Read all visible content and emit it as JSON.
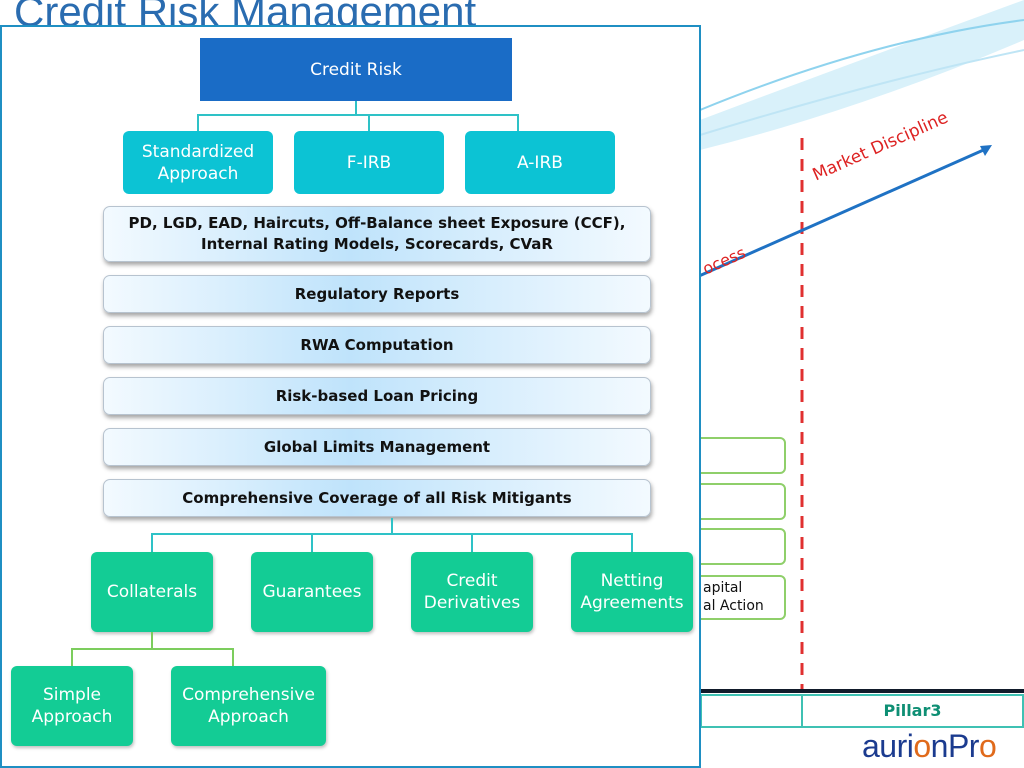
{
  "background": {
    "slide_title": "Credit Risk Management",
    "market_discipline": "Market Discipline",
    "process_fragment": "ocess",
    "capital_fragment": "apital",
    "action_fragment": "al Action",
    "pillar3": "Pillar3",
    "logo": {
      "part1": "auri",
      "part2": "o",
      "part3": "nPr",
      "part4": "o"
    }
  },
  "diagram": {
    "root": "Credit Risk",
    "approaches": [
      "Standardized Approach",
      "F-IRB",
      "A-IRB"
    ],
    "bars": [
      "PD, LGD, EAD, Haircuts, Off-Balance sheet Exposure (CCF), Internal Rating Models, Scorecards, CVaR",
      "Regulatory Reports",
      "RWA Computation",
      "Risk-based Loan Pricing",
      "Global Limits Management",
      "Comprehensive Coverage of all Risk Mitigants"
    ],
    "mitigants": [
      "Collaterals",
      "Guarantees",
      "Credit Derivatives",
      "Netting Agreements"
    ],
    "collateral_approaches": [
      "Simple Approach",
      "Comprehensive Approach"
    ]
  },
  "colors": {
    "primary": "#1a6cc6",
    "teal": "#0cc3d4",
    "green": "#13cc95",
    "red_dash": "#e03030",
    "border": "#1f8fc3"
  }
}
